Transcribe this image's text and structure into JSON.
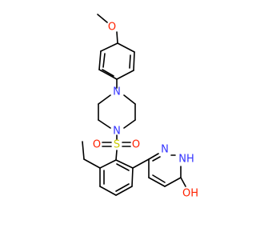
{
  "colors": {
    "carbon": "#000000",
    "N": "#3333ff",
    "O": "#ff2200",
    "S": "#cccc00",
    "background": "#ffffff"
  },
  "atoms": {
    "o_methoxy": "O",
    "n_piperazine_top": "N",
    "n_piperazine_bottom": "N",
    "s_sulfonyl": "S",
    "o_sulfonyl_left": "O",
    "o_sulfonyl_right": "O",
    "n_pyridazine": "N",
    "nh_pyridazine": "NH",
    "o_hydroxy": "OH"
  }
}
